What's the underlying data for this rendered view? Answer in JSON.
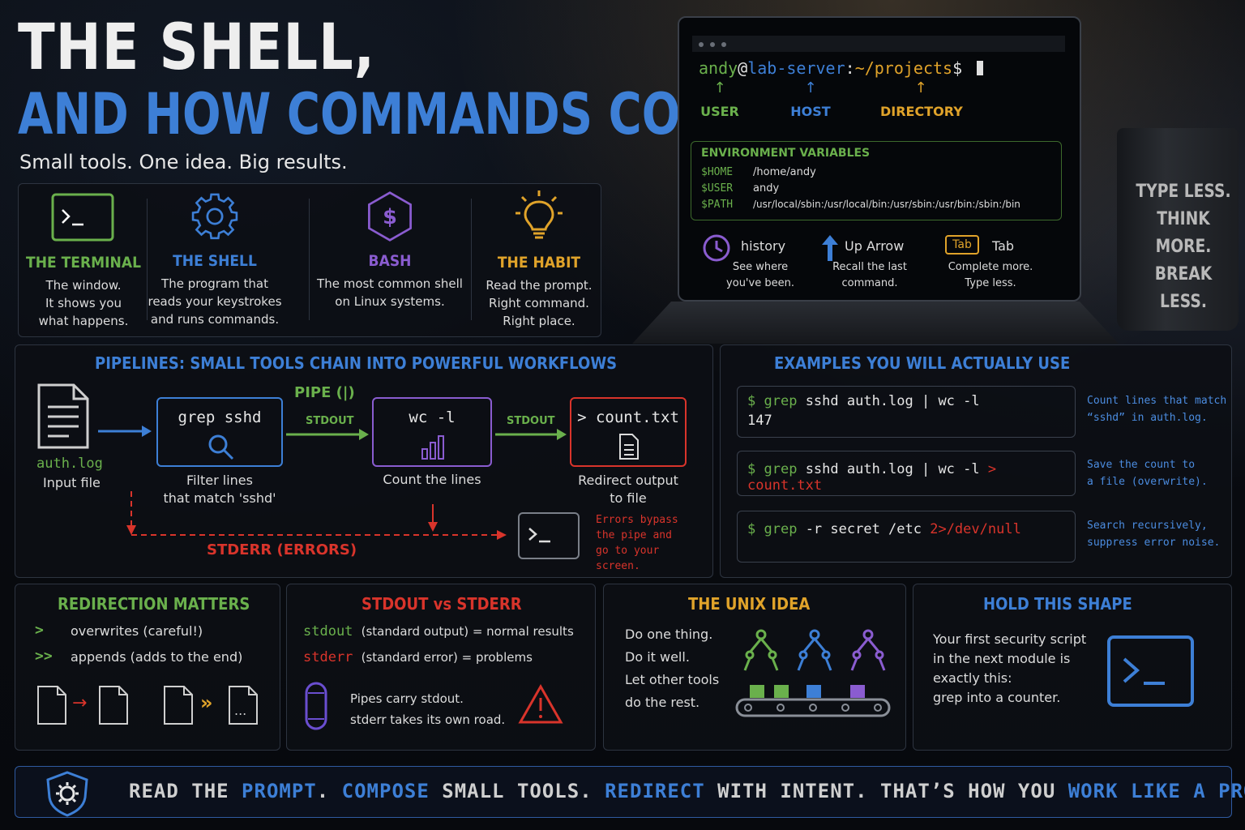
{
  "title": {
    "line1": "THE SHELL,",
    "line2": "AND HOW COMMANDS COMPOSE",
    "subtitle": "Small tools. One idea. Big results."
  },
  "concepts": [
    {
      "title": "THE TERMINAL",
      "desc": [
        "The window.",
        "It shows you",
        "what happens."
      ],
      "color": "#6ab04c",
      "icon": "terminal-icon"
    },
    {
      "title": "THE SHELL",
      "desc": [
        "The program that",
        "reads your keystrokes",
        "and runs commands."
      ],
      "color": "#3d7fd6",
      "icon": "gear-icon"
    },
    {
      "title": "BASH",
      "desc": [
        "The most common shell",
        "on Linux systems."
      ],
      "color": "#8a5cd0",
      "icon": "bash-hexagon-icon"
    },
    {
      "title": "THE HABIT",
      "desc": [
        "Read the prompt.",
        "Right command.",
        "Right place."
      ],
      "color": "#e0a32a",
      "icon": "lightbulb-icon"
    }
  ],
  "terminal": {
    "user": "andy",
    "at": "@",
    "host": "lab-server",
    "colon": ":",
    "dir": "~/projects",
    "dollar": "$",
    "labels": {
      "user": "USER",
      "host": "HOST",
      "dir": "DIRECTORY"
    },
    "env_title": "ENVIRONMENT VARIABLES",
    "env": [
      {
        "name": "$HOME",
        "value": "/home/andy"
      },
      {
        "name": "$USER",
        "value": "andy"
      },
      {
        "name": "$PATH",
        "value": "/usr/local/sbin:/usr/local/bin:/usr/sbin:/usr/bin:/sbin:/bin"
      }
    ],
    "tips": [
      {
        "label": "history",
        "desc1": "See where",
        "desc2": "you've been.",
        "icon": "history-icon"
      },
      {
        "label": "Up Arrow",
        "desc1": "Recall the last",
        "desc2": "command.",
        "icon": "up-arrow-icon"
      },
      {
        "key": "Tab",
        "label": "Tab",
        "desc1": "Complete more.",
        "desc2": "Type less.",
        "icon": "tab-key-icon"
      }
    ]
  },
  "mug": {
    "lines": [
      "TYPE LESS.",
      "THINK MORE.",
      "BREAK LESS."
    ]
  },
  "pipelines": {
    "title": "PIPELINES: SMALL TOOLS CHAIN INTO POWERFUL WORKFLOWS",
    "input_name": "auth.log",
    "input_desc": "Input file",
    "grep": "grep sshd",
    "grep_desc1": "Filter lines",
    "grep_desc2": "that match 'sshd'",
    "pipe_label": "PIPE (|)",
    "stdout1": "STDOUT",
    "stdout2": "STDOUT",
    "wc": "wc -l",
    "wc_desc": "Count the lines",
    "redirect": "> count.txt",
    "redirect_desc1": "Redirect output",
    "redirect_desc2": "to file",
    "stderr_label": "STDERR (ERRORS)",
    "errors_note": [
      "Errors bypass",
      "the pipe and",
      "go to your",
      "screen."
    ]
  },
  "examples": {
    "title": "EXAMPLES YOU WILL ACTUALLY USE",
    "items": [
      {
        "dollar": "$",
        "cmd": "grep",
        "rest": " sshd auth.log | wc -l",
        "extra": "",
        "output": "147",
        "note": [
          "Count lines that match",
          "“sshd” in auth.log."
        ]
      },
      {
        "dollar": "$",
        "cmd": "grep",
        "rest": " sshd auth.log | wc -l ",
        "extra": "> count.txt",
        "output": "",
        "note": [
          "Save the count to",
          "a file (overwrite)."
        ]
      },
      {
        "dollar": "$",
        "cmd": "grep",
        "rest": " -r secret /etc ",
        "extra": "2>/dev/null",
        "output": "",
        "note": [
          "Search recursively,",
          "suppress error noise."
        ]
      }
    ]
  },
  "redirection": {
    "title": "REDIRECTION MATTERS",
    "sym1": ">",
    "text1": "overwrites (careful!)",
    "sym2": ">>",
    "text2": "appends (adds to the end)",
    "arrow1": "→",
    "arrow2": "»",
    "dots": "..."
  },
  "stdout_stderr": {
    "title": "STDOUT vs STDERR",
    "k1": "stdout",
    "v1": "(standard output) = normal results",
    "k2": "stderr",
    "v2": "(standard error) = problems",
    "pipes1": "Pipes carry stdout.",
    "pipes2": "stderr takes its own road."
  },
  "unix": {
    "title": "THE UNIX IDEA",
    "lines": [
      "Do one thing.",
      "Do it well.",
      "Let other tools",
      "do the rest."
    ]
  },
  "hold": {
    "title": "HOLD THIS SHAPE",
    "lines": [
      "Your first security script",
      "in the next module is",
      "exactly this:",
      "grep into a counter."
    ]
  },
  "footer": {
    "parts": [
      {
        "t": "READ THE ",
        "c": "#cfcfcf"
      },
      {
        "t": "PROMPT",
        "c": "#3d7fd6"
      },
      {
        "t": ". ",
        "c": "#cfcfcf"
      },
      {
        "t": "COMPOSE",
        "c": "#3d7fd6"
      },
      {
        "t": " SMALL TOOLS. ",
        "c": "#cfcfcf"
      },
      {
        "t": "REDIRECT",
        "c": "#3d7fd6"
      },
      {
        "t": " WITH INTENT. THAT’S HOW YOU ",
        "c": "#cfcfcf"
      },
      {
        "t": "WORK LIKE A PRO",
        "c": "#3d7fd6"
      },
      {
        "t": ".",
        "c": "#cfcfcf"
      }
    ]
  },
  "colors": {
    "green": "#6ab04c",
    "blue": "#3d7fd6",
    "purple": "#8a5cd0",
    "red": "#d9342b",
    "yellow": "#e0a32a"
  }
}
